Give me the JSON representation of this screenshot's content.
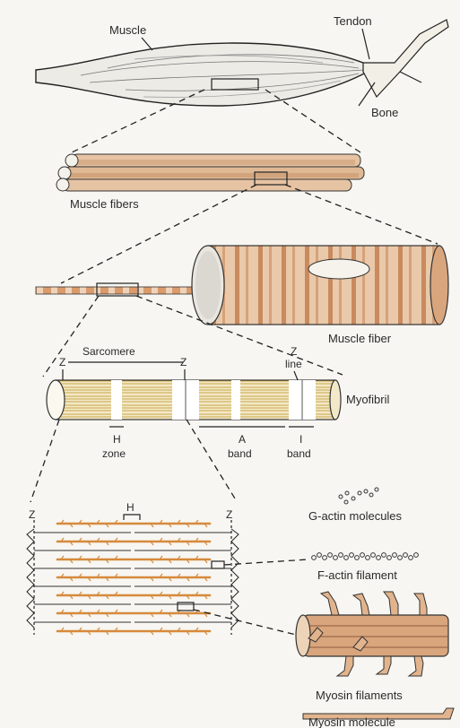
{
  "labels": {
    "muscle": "Muscle",
    "tendon": "Tendon",
    "bone": "Bone",
    "muscle_fibers": "Muscle fibers",
    "muscle_fiber": "Muscle fiber",
    "sarcomere": "Sarcomere",
    "z": "Z",
    "z_line_1": "Z",
    "z_line_2": "line",
    "myofibril": "Myofibril",
    "h": "H",
    "zone": "zone",
    "a": "A",
    "i": "I",
    "band": "band",
    "g_actin": "G-actin molecules",
    "f_actin": "F-actin filament",
    "myosin_filaments": "Myosin filaments",
    "myosin_molecule": "Myosin molecule"
  },
  "colors": {
    "fiber": "#e2b48e",
    "stripe": "#c98a5e",
    "filament": "#d68a3c",
    "ink": "#222222",
    "paper": "#f7f6f2"
  }
}
